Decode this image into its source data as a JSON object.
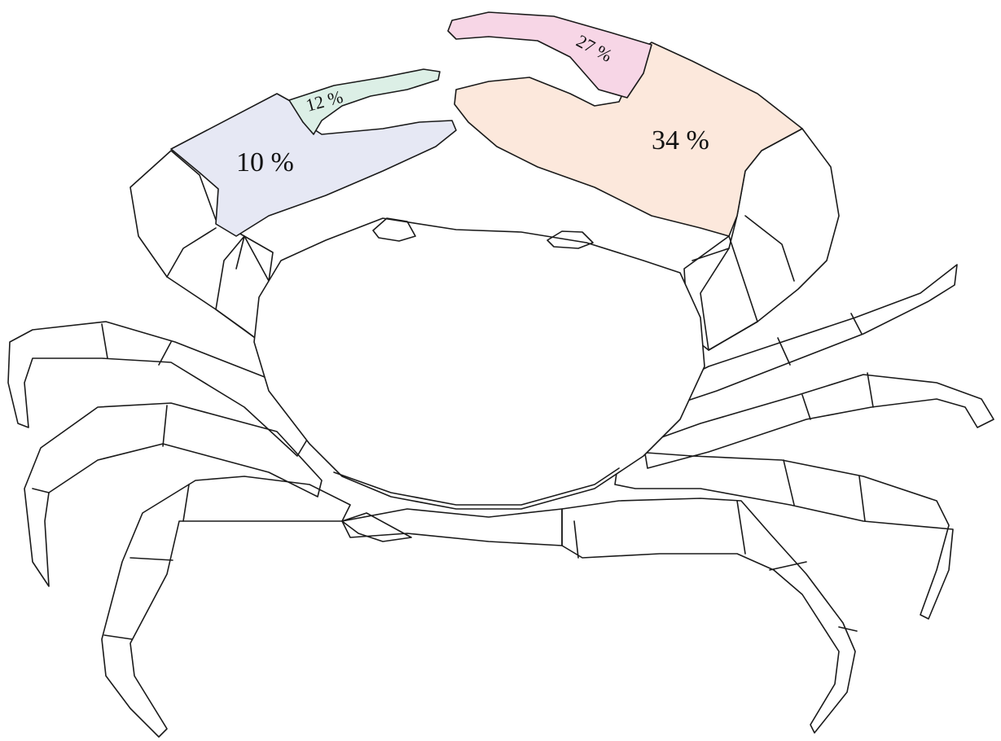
{
  "colors": {
    "left_propodus": "#e6e8f4",
    "left_dactyl": "#dcefe6",
    "right_propodus": "#fce8dc",
    "right_dactyl": "#f7d6e6"
  },
  "labels": {
    "left_propodus": "10 %",
    "left_dactyl": "12 %",
    "right_propodus": "34 %",
    "right_dactyl": "27 %"
  }
}
